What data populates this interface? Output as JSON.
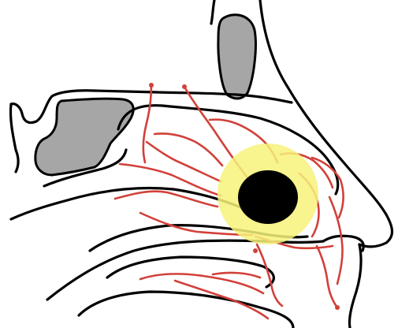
{
  "diagram": {
    "subject": "nasal-cavity-lateral-wall",
    "labels": [],
    "colors": {
      "background": "#ffffff",
      "outline": "#000000",
      "sinus_fill": "#a6a6a6",
      "artery": "#d2403a",
      "highlight_halo": "#f7f27a",
      "highlight_core": "#000000"
    },
    "icons": [
      "frontal-sinus-shape",
      "sphenoid-sinus-shape",
      "bleeding-point-marker"
    ]
  }
}
